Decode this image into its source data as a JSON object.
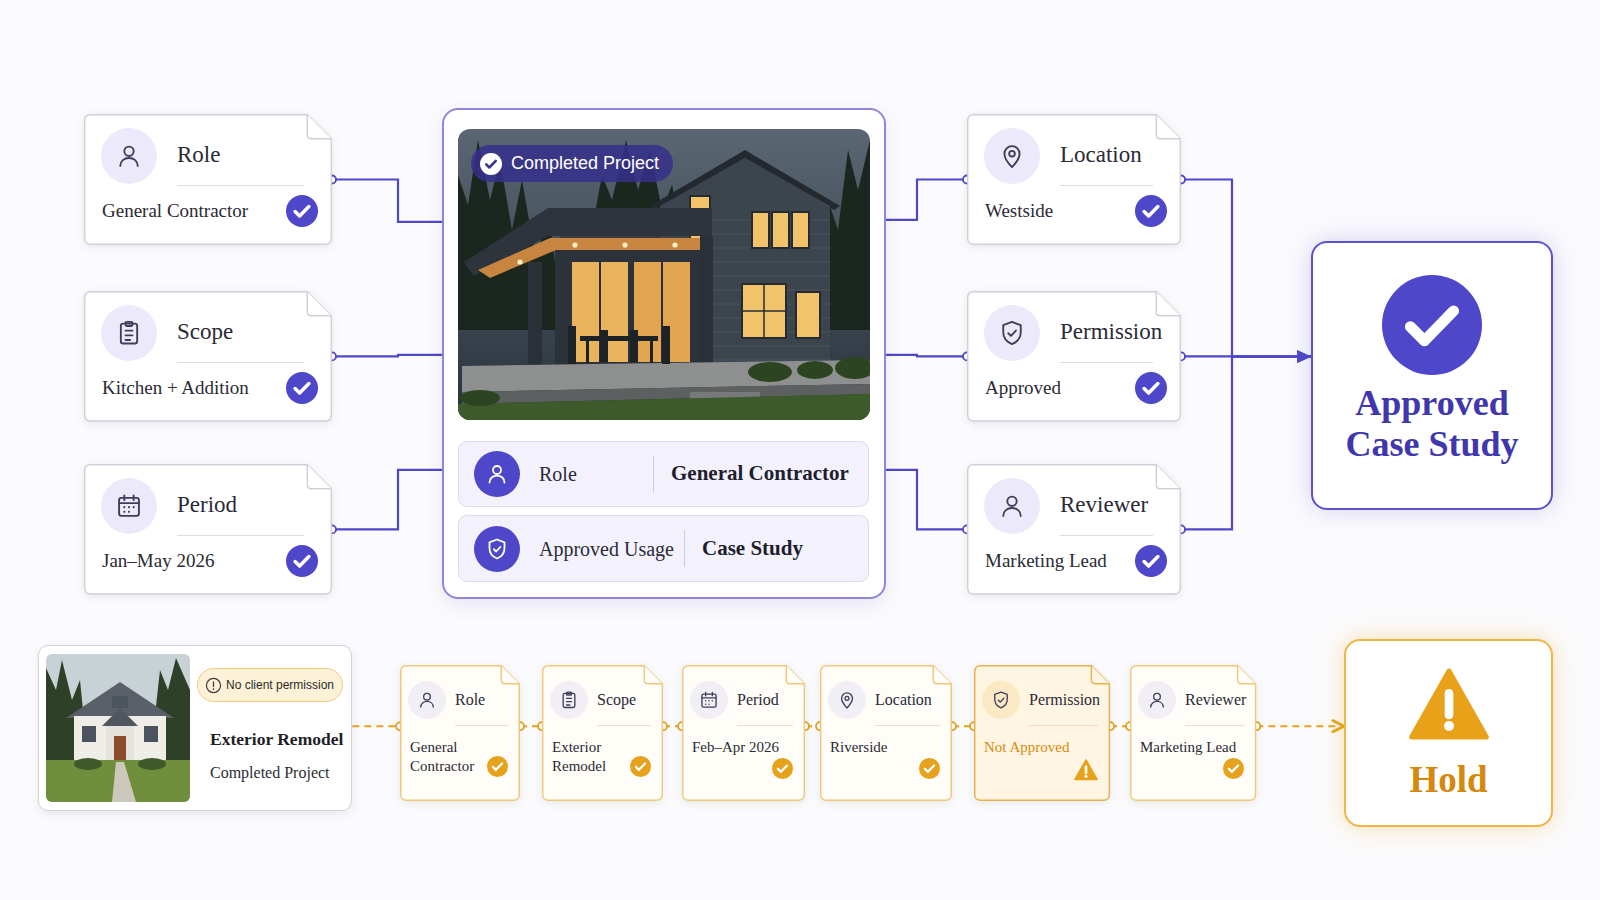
{
  "diagram": {
    "nodes": [
      {
        "text": [
          "Role",
          "General Contractor"
        ]
      },
      {
        "text": [
          "Scope",
          "Kitchen + Addition"
        ]
      },
      {
        "text": [
          "Period",
          "Jan–May 2026"
        ]
      },
      {
        "text": [
          "Completed Project"
        ]
      },
      {
        "text": [
          "Role",
          "General Contractor"
        ],
        "in": 3
      },
      {
        "text": [
          "Approved Usage",
          "Case Study"
        ],
        "in": 3
      },
      {
        "text": [
          "Location",
          "Westside"
        ]
      },
      {
        "text": [
          "Permission",
          "Approved"
        ]
      },
      {
        "text": [
          "Reviewer",
          "Marketing Lead"
        ]
      },
      {
        "text": [
          "Approved Case Study"
        ]
      },
      {
        "text": [
          "No client permission",
          "Exterior Remodel",
          "Completed Project"
        ]
      },
      {
        "text": [
          "Role",
          "General Contractor"
        ]
      },
      {
        "text": [
          "Scope",
          "Exterior Remodel"
        ]
      },
      {
        "text": [
          "Period",
          "Feb–Apr 2026"
        ]
      },
      {
        "text": [
          "Location",
          "Riverside"
        ]
      },
      {
        "text": [
          "Permission",
          "Not Approved"
        ]
      },
      {
        "text": [
          "Reviewer",
          "Marketing Lead"
        ]
      },
      {
        "text": [
          "Hold"
        ]
      }
    ],
    "edges": [
      {
        "from": 0,
        "to": 3,
        "arrow": "none"
      },
      {
        "from": 1,
        "to": 3,
        "arrow": "none"
      },
      {
        "from": 2,
        "to": 3,
        "arrow": "none"
      },
      {
        "from": 3,
        "to": 6,
        "arrow": "none"
      },
      {
        "from": 3,
        "to": 7,
        "arrow": "none"
      },
      {
        "from": 3,
        "to": 8,
        "arrow": "none"
      },
      {
        "from": 6,
        "to": 9,
        "arrow": "to"
      },
      {
        "from": 7,
        "to": 9,
        "arrow": "to"
      },
      {
        "from": 8,
        "to": 9,
        "arrow": "to"
      },
      {
        "from": 10,
        "to": 11,
        "arrow": "none"
      },
      {
        "from": 11,
        "to": 12,
        "arrow": "none"
      },
      {
        "from": 12,
        "to": 13,
        "arrow": "none"
      },
      {
        "from": 13,
        "to": 14,
        "arrow": "none"
      },
      {
        "from": 14,
        "to": 15,
        "arrow": "none"
      },
      {
        "from": 15,
        "to": 16,
        "arrow": "none"
      },
      {
        "from": 16,
        "to": 17,
        "arrow": "to"
      }
    ]
  }
}
